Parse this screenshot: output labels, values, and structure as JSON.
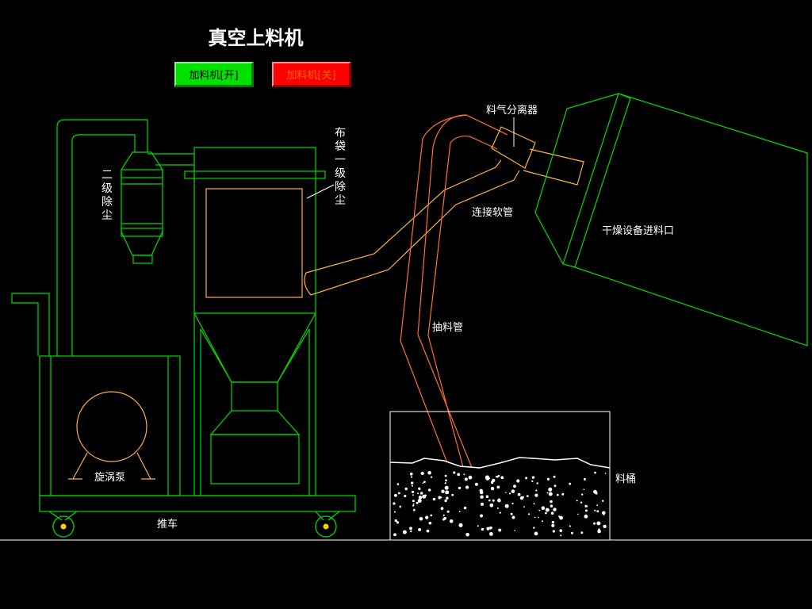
{
  "title": "真空上料机",
  "buttons": {
    "on": {
      "label": "加料机[开]",
      "color": "#00e100",
      "text_color": "#000000"
    },
    "off": {
      "label": "加料机[关]",
      "color": "#ff0000",
      "text_color": "#ff6600"
    }
  },
  "labels": {
    "secondary_dust": "二级除尘",
    "bag_primary_dust": "布袋一级除尘",
    "separator": "料气分离器",
    "hose": "连接软管",
    "dryer_inlet": "干燥设备进料口",
    "suction_pipe": "抽料管",
    "vortex_pump": "旋涡泵",
    "cart": "推车",
    "bucket": "料桶"
  },
  "colors": {
    "background": "#000000",
    "equipment_line": "#00dd00",
    "pipe_line": "#ffb040",
    "suction_pipe_line": "#ff7030",
    "ground_line": "#ffffff",
    "wheel_hub": "#ffcc00"
  },
  "icons": [
    "vortex-pump-icon",
    "wheel-icon",
    "material-granules-icon"
  ]
}
